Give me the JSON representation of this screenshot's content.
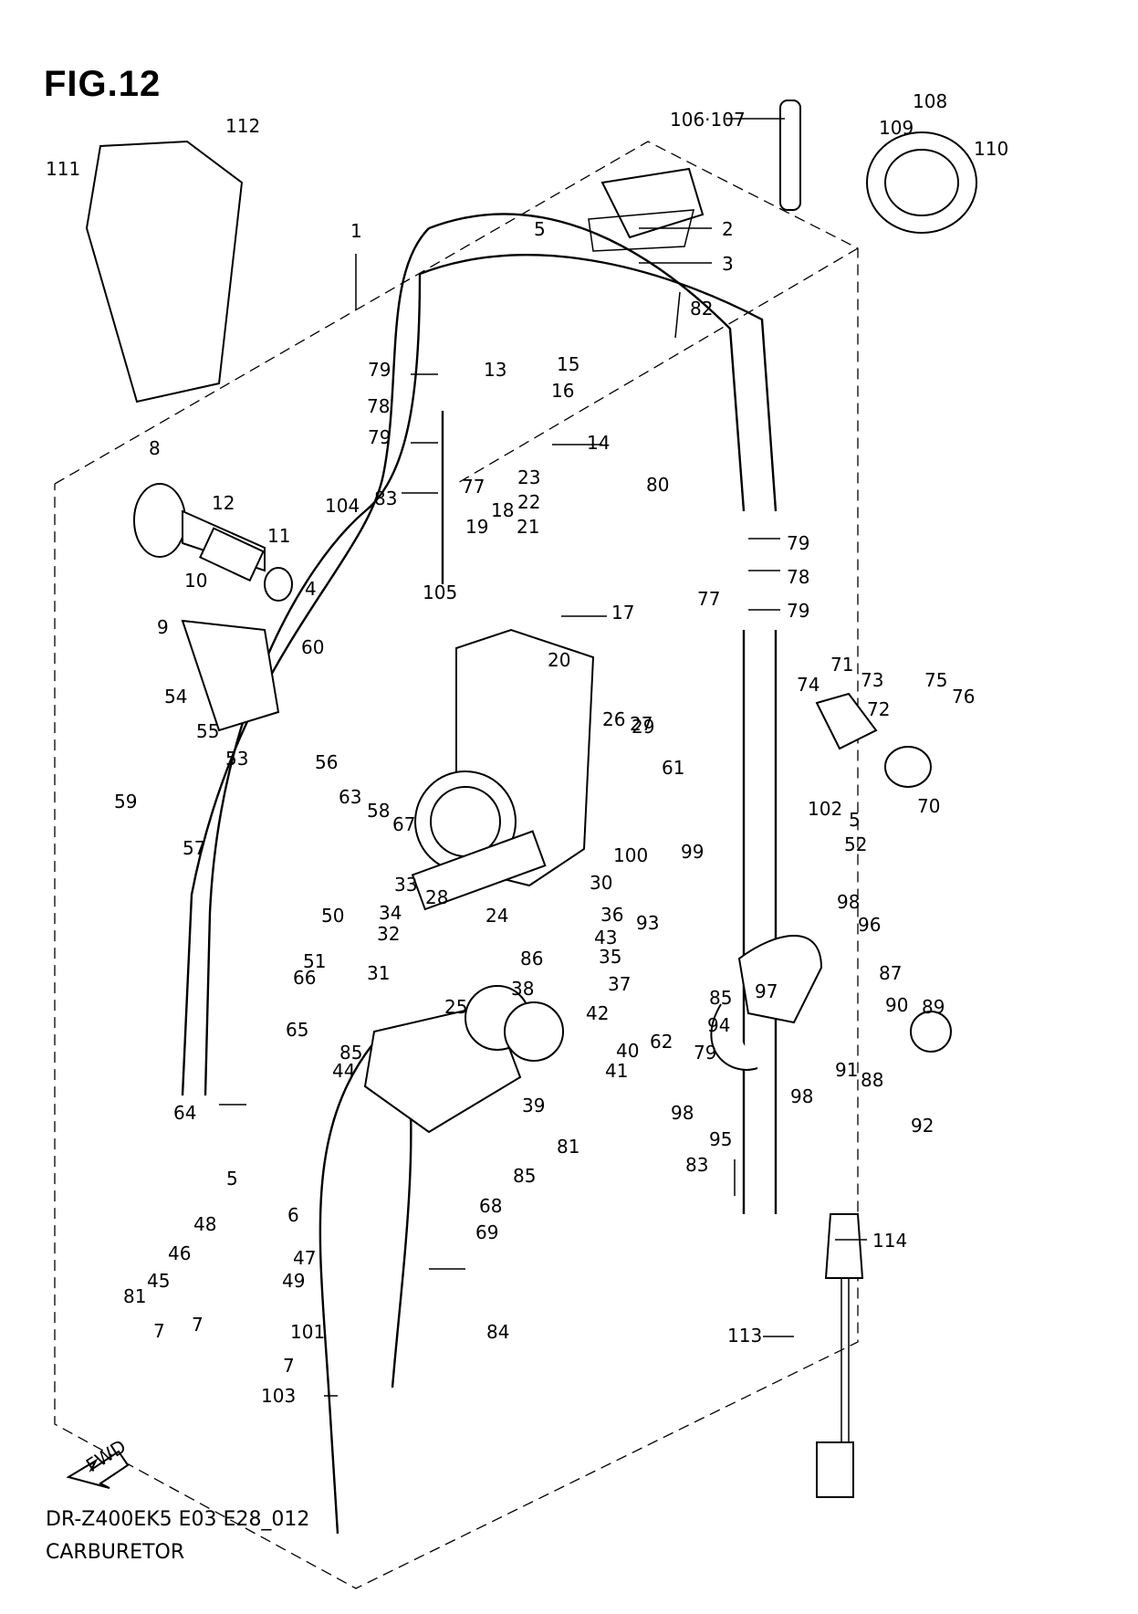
{
  "header": {
    "figure": "FIG.12"
  },
  "footer": {
    "model_code": "DR-Z400EK5 E03 E28_012",
    "title": "CARBURETOR"
  },
  "fwd_label": "FWD",
  "callouts": [
    {
      "id": "c1",
      "text": "1"
    },
    {
      "id": "c2",
      "text": "2"
    },
    {
      "id": "c3",
      "text": "3"
    },
    {
      "id": "c4",
      "text": "4"
    },
    {
      "id": "c5a",
      "text": "5"
    },
    {
      "id": "c5b",
      "text": "5"
    },
    {
      "id": "c5c",
      "text": "5"
    },
    {
      "id": "c6",
      "text": "6"
    },
    {
      "id": "c7a",
      "text": "7"
    },
    {
      "id": "c7b",
      "text": "7"
    },
    {
      "id": "c7c",
      "text": "7"
    },
    {
      "id": "c8",
      "text": "8"
    },
    {
      "id": "c9",
      "text": "9"
    },
    {
      "id": "c10",
      "text": "10"
    },
    {
      "id": "c11",
      "text": "11"
    },
    {
      "id": "c12",
      "text": "12"
    },
    {
      "id": "c13",
      "text": "13"
    },
    {
      "id": "c14",
      "text": "14"
    },
    {
      "id": "c15",
      "text": "15"
    },
    {
      "id": "c16",
      "text": "16"
    },
    {
      "id": "c17",
      "text": "17"
    },
    {
      "id": "c18",
      "text": "18"
    },
    {
      "id": "c19",
      "text": "19"
    },
    {
      "id": "c20",
      "text": "20"
    },
    {
      "id": "c21",
      "text": "21"
    },
    {
      "id": "c22",
      "text": "22"
    },
    {
      "id": "c23",
      "text": "23"
    },
    {
      "id": "c24",
      "text": "24"
    },
    {
      "id": "c25",
      "text": "25"
    },
    {
      "id": "c26",
      "text": "26"
    },
    {
      "id": "c27",
      "text": "27"
    },
    {
      "id": "c28",
      "text": "28"
    },
    {
      "id": "c29",
      "text": "29"
    },
    {
      "id": "c30",
      "text": "30"
    },
    {
      "id": "c31",
      "text": "31"
    },
    {
      "id": "c32",
      "text": "32"
    },
    {
      "id": "c33",
      "text": "33"
    },
    {
      "id": "c34",
      "text": "34"
    },
    {
      "id": "c35",
      "text": "35"
    },
    {
      "id": "c36",
      "text": "36"
    },
    {
      "id": "c37",
      "text": "37"
    },
    {
      "id": "c38",
      "text": "38"
    },
    {
      "id": "c39",
      "text": "39"
    },
    {
      "id": "c40",
      "text": "40"
    },
    {
      "id": "c41",
      "text": "41"
    },
    {
      "id": "c42",
      "text": "42"
    },
    {
      "id": "c43",
      "text": "43"
    },
    {
      "id": "c44",
      "text": "44"
    },
    {
      "id": "c45",
      "text": "45"
    },
    {
      "id": "c46",
      "text": "46"
    },
    {
      "id": "c47",
      "text": "47"
    },
    {
      "id": "c48",
      "text": "48"
    },
    {
      "id": "c49",
      "text": "49"
    },
    {
      "id": "c50",
      "text": "50"
    },
    {
      "id": "c51",
      "text": "51"
    },
    {
      "id": "c52",
      "text": "52"
    },
    {
      "id": "c53",
      "text": "53"
    },
    {
      "id": "c54",
      "text": "54"
    },
    {
      "id": "c55",
      "text": "55"
    },
    {
      "id": "c56",
      "text": "56"
    },
    {
      "id": "c57",
      "text": "57"
    },
    {
      "id": "c58",
      "text": "58"
    },
    {
      "id": "c59",
      "text": "59"
    },
    {
      "id": "c60",
      "text": "60"
    },
    {
      "id": "c61",
      "text": "61"
    },
    {
      "id": "c62",
      "text": "62"
    },
    {
      "id": "c63",
      "text": "63"
    },
    {
      "id": "c64",
      "text": "64"
    },
    {
      "id": "c65",
      "text": "65"
    },
    {
      "id": "c66",
      "text": "66"
    },
    {
      "id": "c67",
      "text": "67"
    },
    {
      "id": "c68",
      "text": "68"
    },
    {
      "id": "c69",
      "text": "69"
    },
    {
      "id": "c70",
      "text": "70"
    },
    {
      "id": "c71",
      "text": "71"
    },
    {
      "id": "c72",
      "text": "72"
    },
    {
      "id": "c73",
      "text": "73"
    },
    {
      "id": "c74",
      "text": "74"
    },
    {
      "id": "c75",
      "text": "75"
    },
    {
      "id": "c76",
      "text": "76"
    },
    {
      "id": "c77a",
      "text": "77"
    },
    {
      "id": "c77b",
      "text": "77"
    },
    {
      "id": "c78a",
      "text": "78"
    },
    {
      "id": "c78b",
      "text": "78"
    },
    {
      "id": "c79a",
      "text": "79"
    },
    {
      "id": "c79b",
      "text": "79"
    },
    {
      "id": "c79c",
      "text": "79"
    },
    {
      "id": "c79d",
      "text": "79"
    },
    {
      "id": "c79e",
      "text": "79"
    },
    {
      "id": "c80",
      "text": "80"
    },
    {
      "id": "c81a",
      "text": "81"
    },
    {
      "id": "c81b",
      "text": "81"
    },
    {
      "id": "c82",
      "text": "82"
    },
    {
      "id": "c83a",
      "text": "83"
    },
    {
      "id": "c83b",
      "text": "83"
    },
    {
      "id": "c84",
      "text": "84"
    },
    {
      "id": "c85a",
      "text": "85"
    },
    {
      "id": "c85b",
      "text": "85"
    },
    {
      "id": "c85c",
      "text": "85"
    },
    {
      "id": "c86",
      "text": "86"
    },
    {
      "id": "c87",
      "text": "87"
    },
    {
      "id": "c88",
      "text": "88"
    },
    {
      "id": "c89",
      "text": "89"
    },
    {
      "id": "c90",
      "text": "90"
    },
    {
      "id": "c91",
      "text": "91"
    },
    {
      "id": "c92",
      "text": "92"
    },
    {
      "id": "c93",
      "text": "93"
    },
    {
      "id": "c94",
      "text": "94"
    },
    {
      "id": "c95",
      "text": "95"
    },
    {
      "id": "c96",
      "text": "96"
    },
    {
      "id": "c97",
      "text": "97"
    },
    {
      "id": "c98a",
      "text": "98"
    },
    {
      "id": "c98b",
      "text": "98"
    },
    {
      "id": "c98c",
      "text": "98"
    },
    {
      "id": "c99",
      "text": "99"
    },
    {
      "id": "c100",
      "text": "100"
    },
    {
      "id": "c101",
      "text": "101"
    },
    {
      "id": "c102",
      "text": "102"
    },
    {
      "id": "c103",
      "text": "103"
    },
    {
      "id": "c104",
      "text": "104"
    },
    {
      "id": "c105",
      "text": "105"
    },
    {
      "id": "c106",
      "text": "106·107"
    },
    {
      "id": "c108",
      "text": "108"
    },
    {
      "id": "c109",
      "text": "109"
    },
    {
      "id": "c110",
      "text": "110"
    },
    {
      "id": "c111",
      "text": "111"
    },
    {
      "id": "c112",
      "text": "112"
    },
    {
      "id": "c113",
      "text": "113"
    },
    {
      "id": "c114",
      "text": "114"
    }
  ]
}
